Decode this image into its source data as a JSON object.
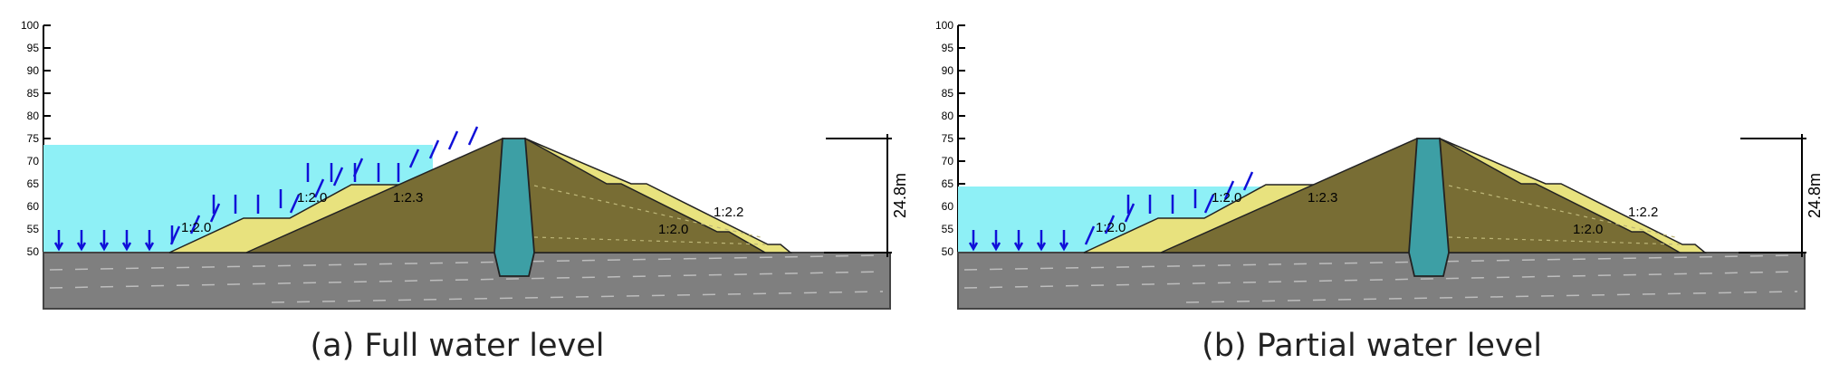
{
  "panels": [
    {
      "caption": "(a) Full water level",
      "water_level": 73.5,
      "slope_upstream_lower": "1:2.0",
      "slope_upstream_upper": "1:2.0",
      "slope_core": "1:2.3",
      "slope_downstream_inner": "1:2.0",
      "slope_downstream_outer": "1:2.2",
      "height_label": "24.8m"
    },
    {
      "caption": "(b) Partial water level",
      "water_level": 64.5,
      "slope_upstream_lower": "1:2.0",
      "slope_upstream_upper": "1:2.0",
      "slope_core": "1:2.3",
      "slope_downstream_inner": "1:2.0",
      "slope_downstream_outer": "1:2.2",
      "height_label": "24.8m"
    }
  ],
  "y_axis_ticks": [
    "100",
    "95",
    "90",
    "85",
    "80",
    "75",
    "70",
    "65",
    "60",
    "55",
    "50"
  ],
  "colors": {
    "water": "#8ef0f6",
    "foundation": "#7f7f7f",
    "dam_body": "#786d34",
    "shell": "#e8e27e",
    "core": "#3d9fa5",
    "pressure_arrow": "#1010d8"
  }
}
